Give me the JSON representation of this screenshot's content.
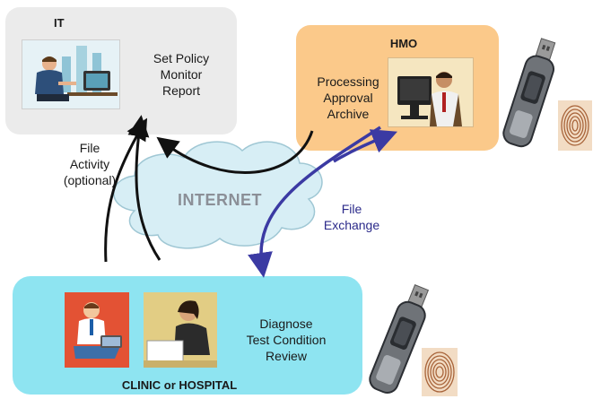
{
  "it": {
    "title": "IT",
    "tasks": [
      "Set Policy",
      "Monitor",
      "Report"
    ]
  },
  "hmo": {
    "title": "HMO",
    "tasks": [
      "Processing",
      "Approval",
      "Archive"
    ]
  },
  "clinic": {
    "title": "CLINIC or HOSPITAL",
    "tasks": [
      "Diagnose",
      "Test Condition",
      "Review"
    ]
  },
  "cloud": {
    "label": "INTERNET"
  },
  "file_activity": {
    "lines": [
      "File",
      "Activity",
      "(optional)"
    ]
  },
  "file_exchange": {
    "lines": [
      "File",
      "Exchange"
    ]
  },
  "colors": {
    "it_box": "#ebebeb",
    "hmo_box": "#fbc98a",
    "clinic_box": "#8ee4f1",
    "cloud": "#d7eef5",
    "file_exchange_arrow": "#3b3aa3",
    "file_exchange_text": "#2b2a8a",
    "activity_arrows": "#111111"
  },
  "icons": [
    "person-at-computer-icon",
    "usb-fingerprint-token-icon",
    "fingerprint-icon",
    "doctor-with-laptop-icon",
    "woman-at-desk-icon"
  ]
}
